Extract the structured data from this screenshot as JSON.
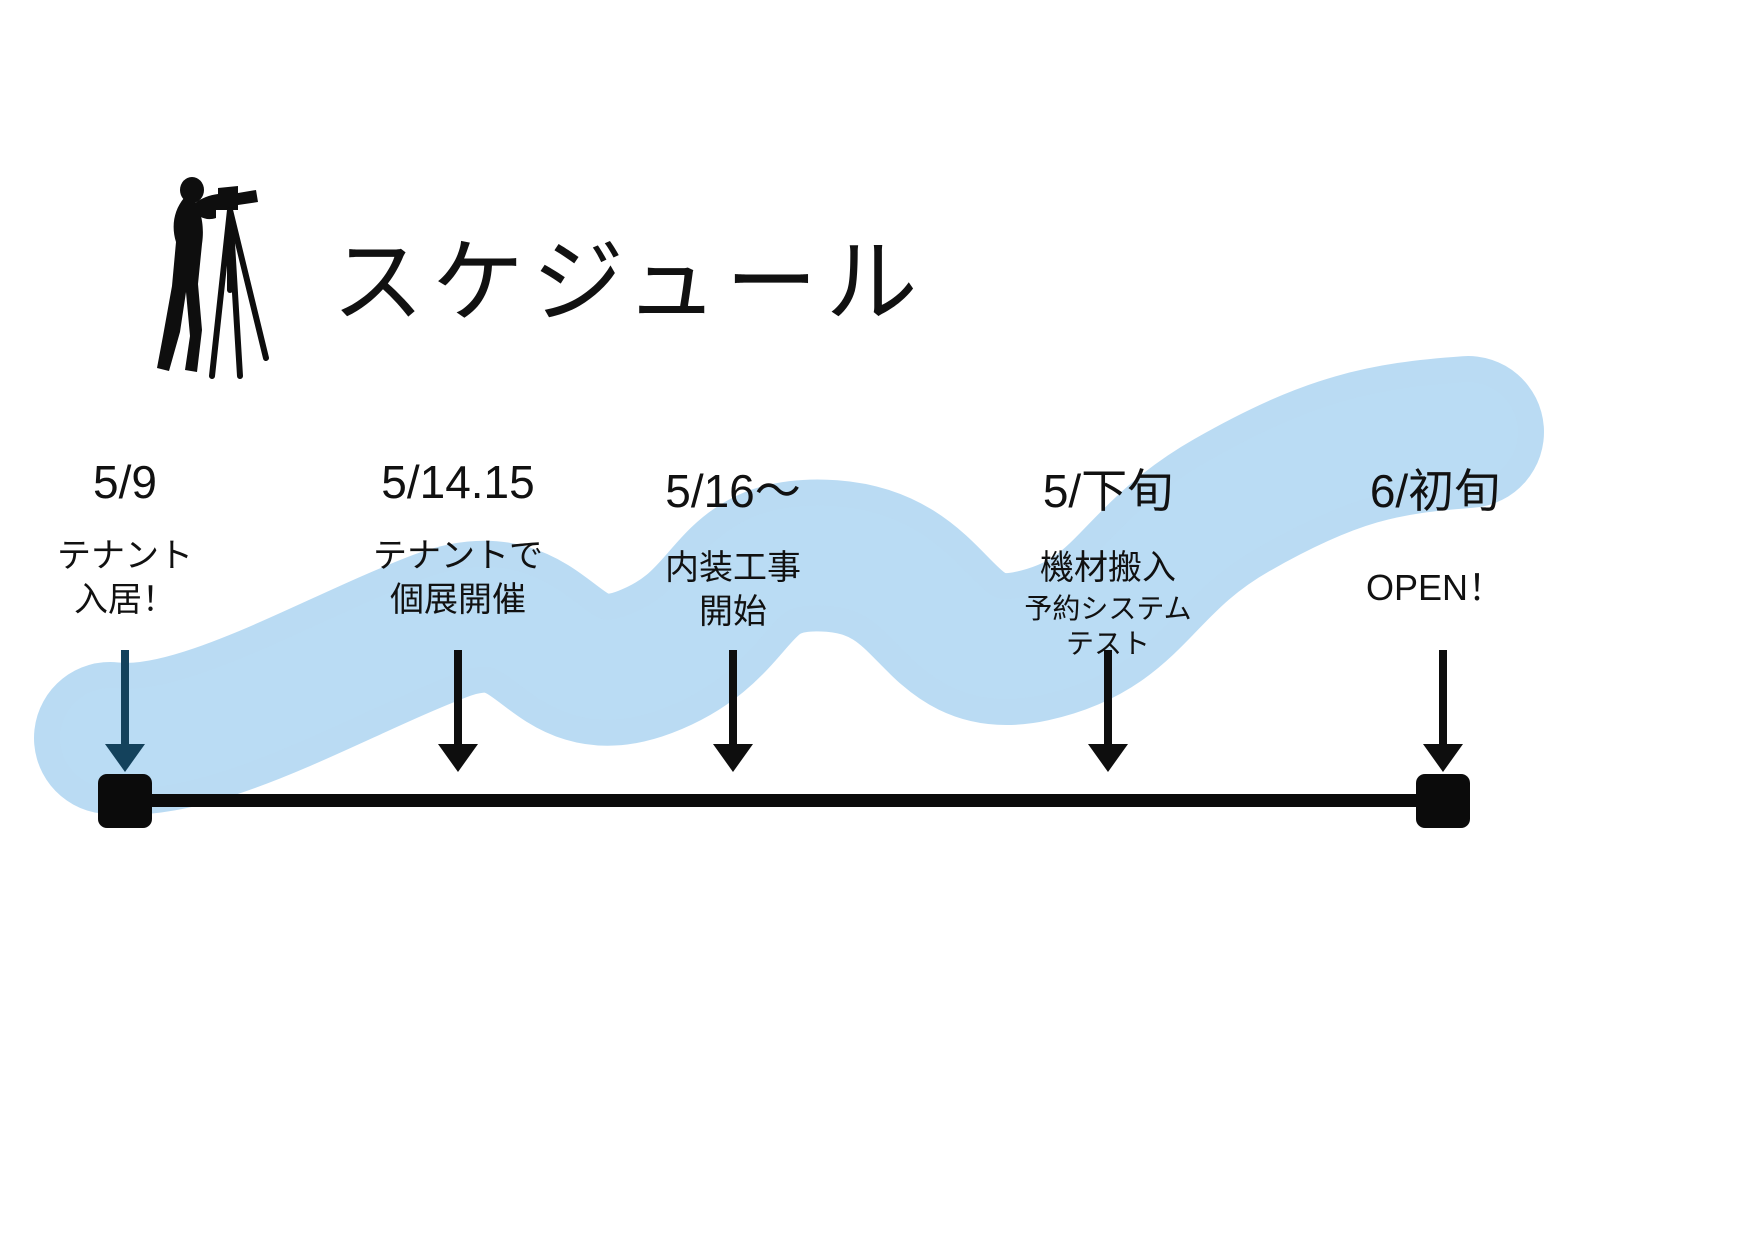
{
  "title": "スケジュール",
  "milestones": [
    {
      "date": "5/9",
      "lines": [
        "テナント",
        "入居！"
      ]
    },
    {
      "date": "5/14.15",
      "lines": [
        "テナントで",
        "個展開催"
      ]
    },
    {
      "date": "5/16〜",
      "lines": [
        "内装工事",
        "開始"
      ]
    },
    {
      "date": "5/下旬",
      "lines": [
        "機材搬入",
        "予約システム",
        "テスト"
      ]
    },
    {
      "date": "6/初旬",
      "lines": [
        "OPEN！"
      ]
    }
  ],
  "icons": {
    "photographer": "photographer-with-tripod-silhouette"
  },
  "colors": {
    "wave": "#a6d1ef",
    "timeline": "#0b0b0b",
    "text": "#111111"
  }
}
